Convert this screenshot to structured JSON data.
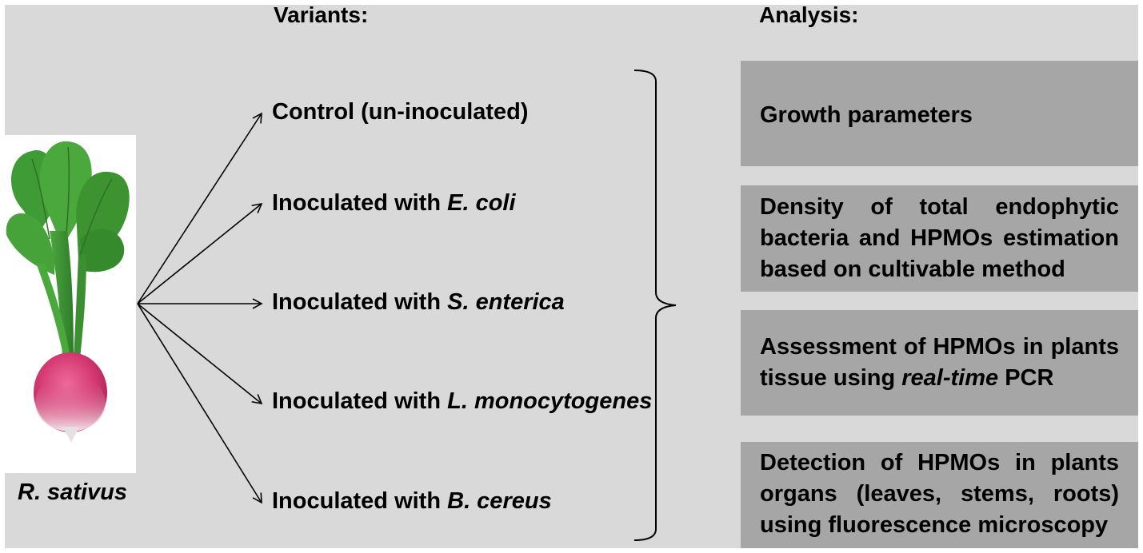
{
  "headings": {
    "variants": "Variants:",
    "analysis": "Analysis:"
  },
  "plant": {
    "species": "R. sativus",
    "icon": "radish-plant-image"
  },
  "variants": [
    {
      "prefix": "Control (un-inoculated)",
      "organism": ""
    },
    {
      "prefix": "Inoculated with ",
      "organism": "E. coli"
    },
    {
      "prefix": "Inoculated with ",
      "organism": "S. enterica"
    },
    {
      "prefix": "Inoculated with ",
      "organism": "L. monocytogenes"
    },
    {
      "prefix": "Inoculated with ",
      "organism": "B. cereus"
    }
  ],
  "analysis": [
    {
      "text_a": "Growth parameters",
      "italic": "",
      "text_b": ""
    },
    {
      "text_a": "Density of total endophytic bacteria and HPMOs estimation based on cultivable method",
      "italic": "",
      "text_b": ""
    },
    {
      "text_a": "Assessment of HPMOs in plants tissue using ",
      "italic": "real-time",
      "text_b": " PCR"
    },
    {
      "text_a": "Detection of HPMOs in plants organs (leaves, stems, roots) using fluorescence microscopy",
      "italic": "",
      "text_b": ""
    }
  ],
  "colors": {
    "panel": "#d9d9d9",
    "analysis_box": "#a6a6a6",
    "leaf": "#3f9b35",
    "root": "#d63a72"
  }
}
